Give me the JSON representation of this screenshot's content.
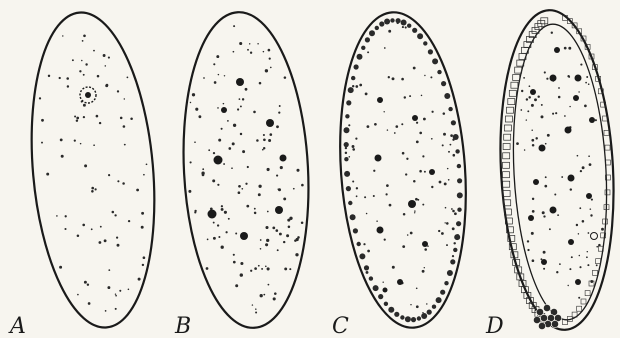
{
  "figure": {
    "panels": [
      {
        "id": "A",
        "label": "A",
        "stage": "single-nucleus"
      },
      {
        "id": "B",
        "label": "B",
        "stage": "cleavage-nuclei-in-yolk"
      },
      {
        "id": "C",
        "label": "C",
        "stage": "syncytial-blastoderm"
      },
      {
        "id": "D",
        "label": "D",
        "stage": "cellular-blastoderm-with-pole-cells"
      }
    ],
    "colors": {
      "outline": "#1a1a1a",
      "fill": "#f7f5ef",
      "stipple": "#2a2a2a"
    }
  }
}
